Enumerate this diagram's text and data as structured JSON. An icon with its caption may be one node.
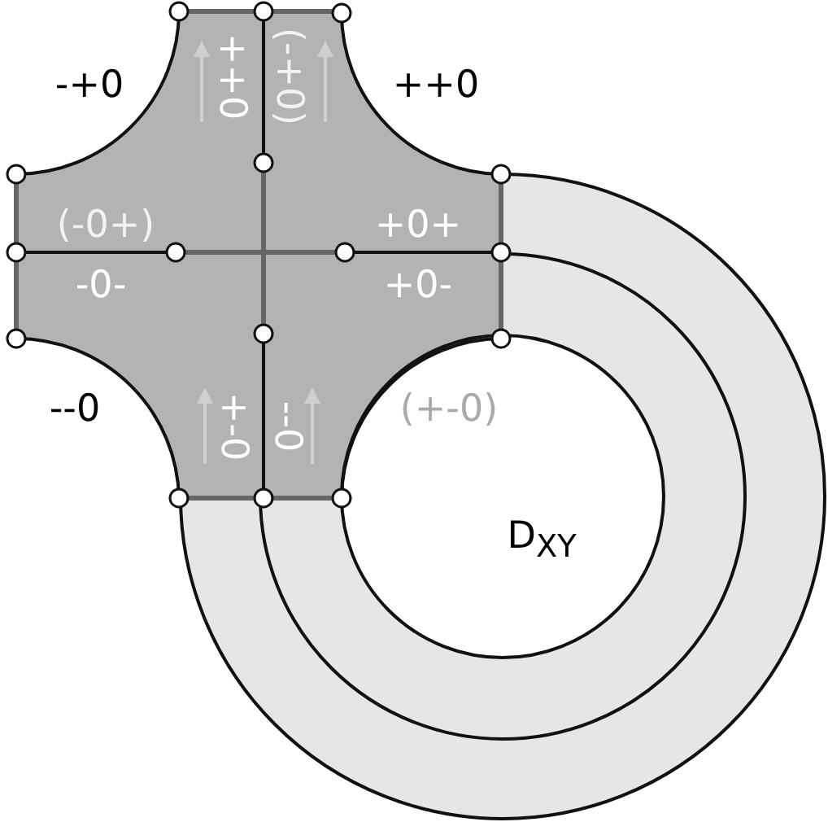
{
  "diagram": {
    "labels": [
      "-+0",
      "++0",
      "(-+0)",
      "++0",
      "(-0+)",
      "+0+",
      "-0-",
      "+0-",
      "--0",
      "+-0",
      "--0",
      "(+-0)",
      "D$_{XY}$"
    ]
  }
}
